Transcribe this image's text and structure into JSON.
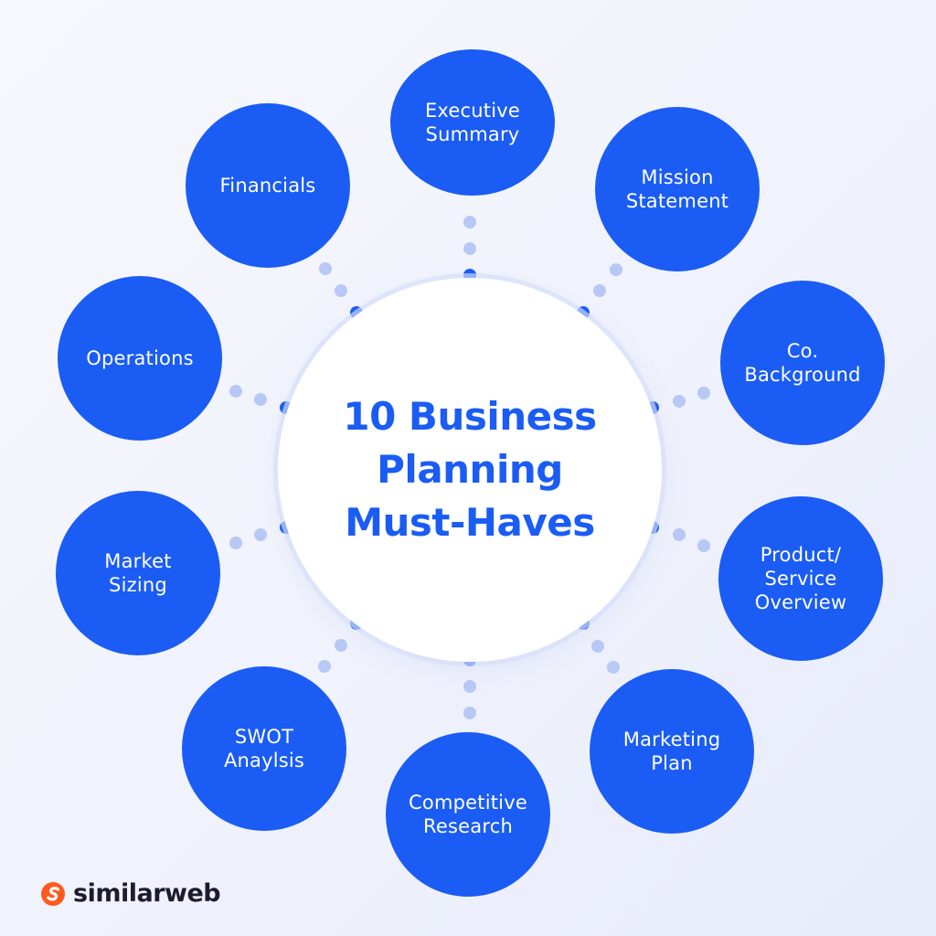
{
  "center": {
    "title": "10 Business\nPlanning\nMust-Haves"
  },
  "nodes": [
    {
      "label": "Executive\nSummary"
    },
    {
      "label": "Mission\nStatement"
    },
    {
      "label": "Co.\nBackground"
    },
    {
      "label": "Product/\nService\nOverview"
    },
    {
      "label": "Marketing\nPlan"
    },
    {
      "label": "Competitive\nResearch"
    },
    {
      "label": "SWOT\nAnaylsis"
    },
    {
      "label": "Market\nSizing"
    },
    {
      "label": "Operations"
    },
    {
      "label": "Financials"
    }
  ],
  "brand": {
    "name": "similarweb",
    "icon": "similarweb-logo-icon"
  },
  "colors": {
    "primary": "#1a5cf4",
    "connector_light": "#b8c8f6",
    "brand_orange": "#ff5a1f",
    "text_dark": "#1c1c2e"
  }
}
